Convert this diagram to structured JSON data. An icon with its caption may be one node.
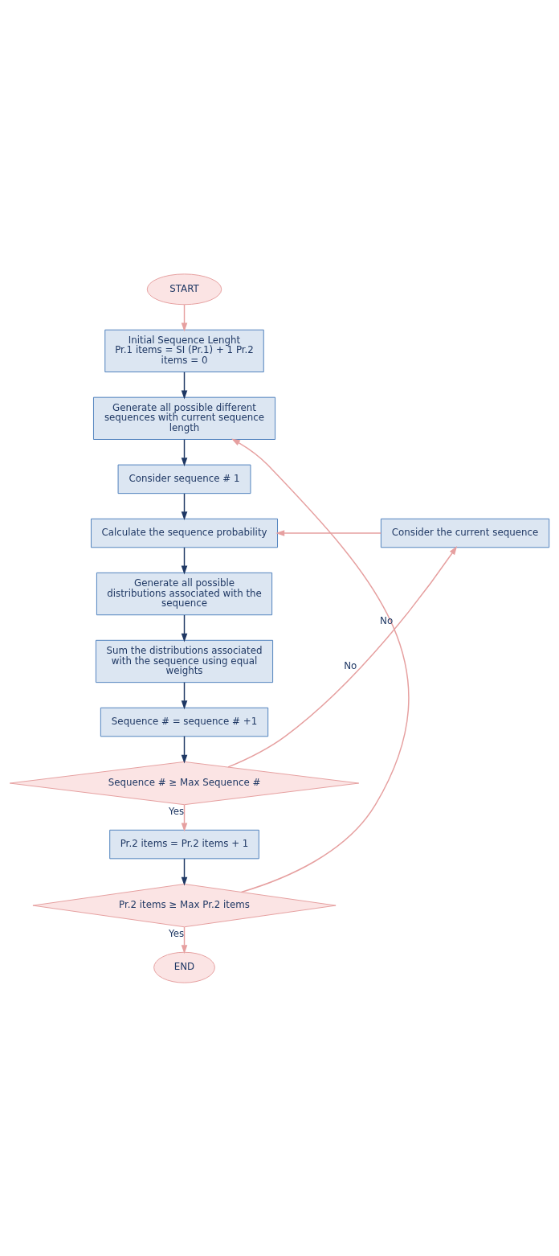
{
  "diagram": {
    "nodes": [
      {
        "text": [
          "START"
        ]
      },
      {
        "text": [
          "Initial Sequence Lenght",
          "Pr.1 items = SI (Pr.1) + 1 Pr.2 items = 0"
        ]
      },
      {
        "text": [
          "Generate all possible different sequences with current sequence length"
        ]
      },
      {
        "text": [
          "Consider sequence # 1"
        ]
      },
      {
        "text": [
          "Calculate the sequence probability"
        ]
      },
      {
        "text": [
          "Consider the current sequence"
        ]
      },
      {
        "text": [
          "Generate all possible distributions associated with the sequence"
        ]
      },
      {
        "text": [
          "Sum the distributions associated with the sequence using equal weights"
        ]
      },
      {
        "text": [
          "Sequence # = sequence # +1"
        ]
      },
      {
        "text": [
          "Sequence # ≥ Max Sequence #"
        ]
      },
      {
        "text": [
          "Pr.2 items = Pr.2 items + 1"
        ]
      },
      {
        "text": [
          "Pr.2 items ≥ Max Pr.2 items"
        ]
      },
      {
        "text": [
          "END"
        ]
      }
    ],
    "edges": [
      {
        "from": 0,
        "to": 1,
        "arrow": "to",
        "color": "#e6a0a0"
      },
      {
        "from": 1,
        "to": 2,
        "arrow": "to"
      },
      {
        "from": 2,
        "to": 3,
        "arrow": "to"
      },
      {
        "from": 3,
        "to": 4,
        "arrow": "to"
      },
      {
        "from": 4,
        "to": 6,
        "arrow": "to"
      },
      {
        "from": 6,
        "to": 7,
        "arrow": "to"
      },
      {
        "from": 7,
        "to": 8,
        "arrow": "to"
      },
      {
        "from": 8,
        "to": 9,
        "arrow": "to"
      },
      {
        "from": 9,
        "to": 5,
        "arrow": "to",
        "label": "No",
        "color": "#e6a0a0"
      },
      {
        "from": 5,
        "to": 4,
        "arrow": "to",
        "color": "#e6a0a0"
      },
      {
        "from": 9,
        "to": 10,
        "arrow": "to",
        "label": "Yes",
        "color": "#e6a0a0"
      },
      {
        "from": 10,
        "to": 11,
        "arrow": "to"
      },
      {
        "from": 11,
        "to": 2,
        "arrow": "to",
        "label": "No",
        "color": "#e6a0a0"
      },
      {
        "from": 11,
        "to": 12,
        "arrow": "to",
        "label": "Yes",
        "color": "#e6a0a0"
      }
    ]
  }
}
